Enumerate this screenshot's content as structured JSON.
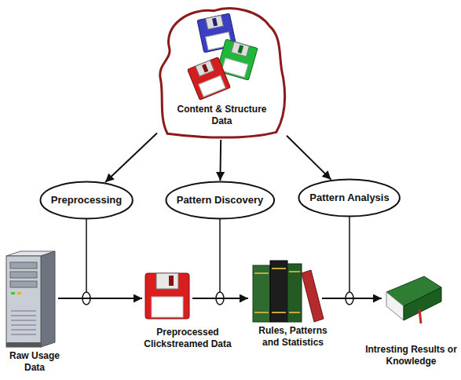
{
  "diagram": {
    "nodes": [
      {
        "text": [
          "Content & Structure Data"
        ]
      },
      {
        "text": [
          "Preprocessing"
        ]
      },
      {
        "text": [
          "Pattern Discovery"
        ]
      },
      {
        "text": [
          "Pattern Analysis"
        ]
      },
      {
        "text": [
          "Raw Usage Data"
        ]
      },
      {
        "text": [
          "Preprocessed Clickstreamed Data"
        ]
      },
      {
        "text": [
          "Rules, Patterns and Statistics"
        ]
      },
      {
        "text": [
          "Intresting Results or Knowledge"
        ]
      }
    ],
    "edges": [
      {
        "from": 0,
        "to": 1,
        "arrow": "to"
      },
      {
        "from": 0,
        "to": 2,
        "arrow": "to"
      },
      {
        "from": 0,
        "to": 3,
        "arrow": "to"
      },
      {
        "from": 4,
        "to": 5,
        "arrow": "to"
      },
      {
        "from": 5,
        "to": 6,
        "arrow": "to"
      },
      {
        "from": 6,
        "to": 7,
        "arrow": "to"
      }
    ]
  }
}
